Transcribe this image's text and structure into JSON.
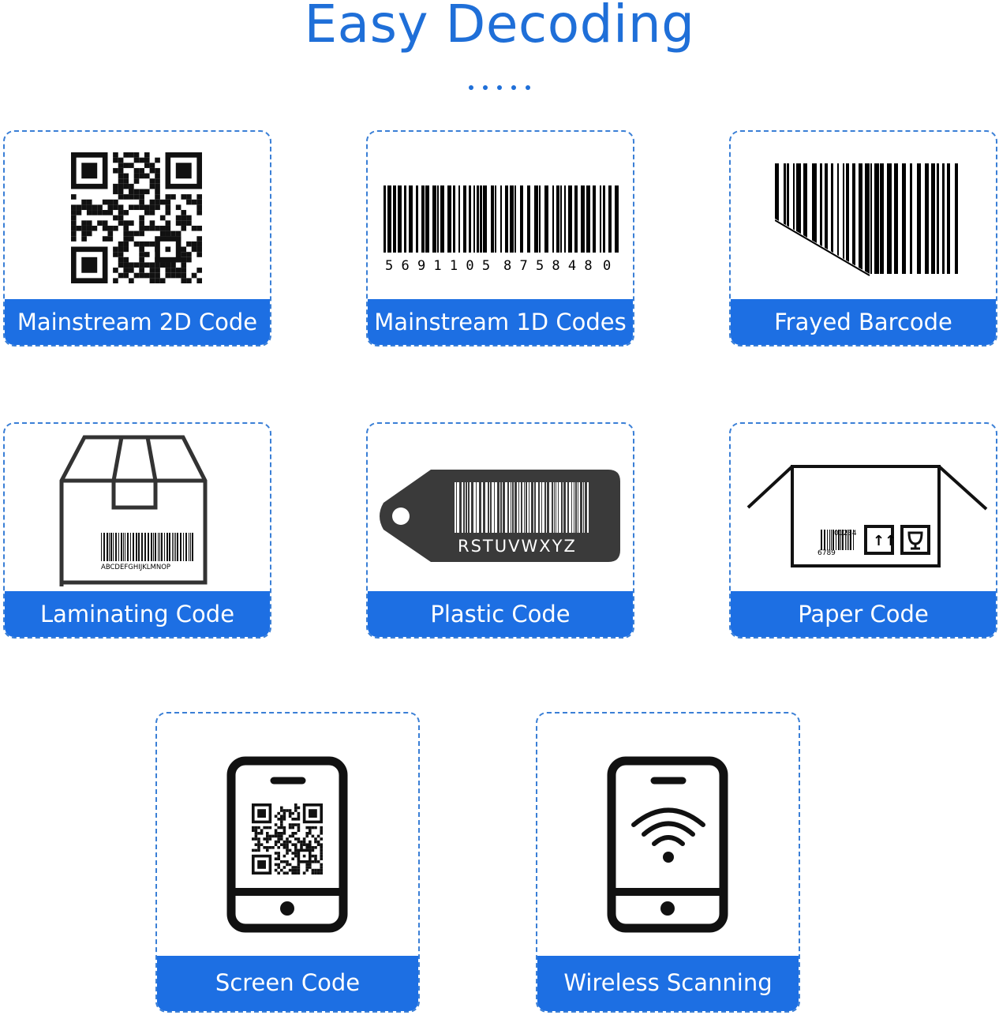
{
  "title": "Easy Decoding",
  "accent_color": "#1d6fe3",
  "cards": [
    {
      "label": "Mainstream 2D Code",
      "icon": "qr-code-icon"
    },
    {
      "label": "Mainstream 1D Codes",
      "icon": "barcode-icon",
      "digits_left": "5 6 9 1 1  0 5",
      "digits_right": "8 7 5 8 4 8",
      "digit_end": "0"
    },
    {
      "label": "Frayed Barcode",
      "icon": "frayed-barcode-icon"
    },
    {
      "label": "Laminating Code",
      "icon": "box-icon",
      "box_text": "ABCDEFGHIJKLMNOP"
    },
    {
      "label": "Plastic Code",
      "icon": "plastic-tag-icon",
      "tag_text": "RSTUVWXYZ"
    },
    {
      "label": "Paper Code",
      "icon": "open-box-icon",
      "code_top": "01234",
      "code_bottom": "6789"
    },
    {
      "label": "Screen Code",
      "icon": "phone-qr-icon"
    },
    {
      "label": "Wireless Scanning",
      "icon": "phone-wifi-icon"
    }
  ]
}
